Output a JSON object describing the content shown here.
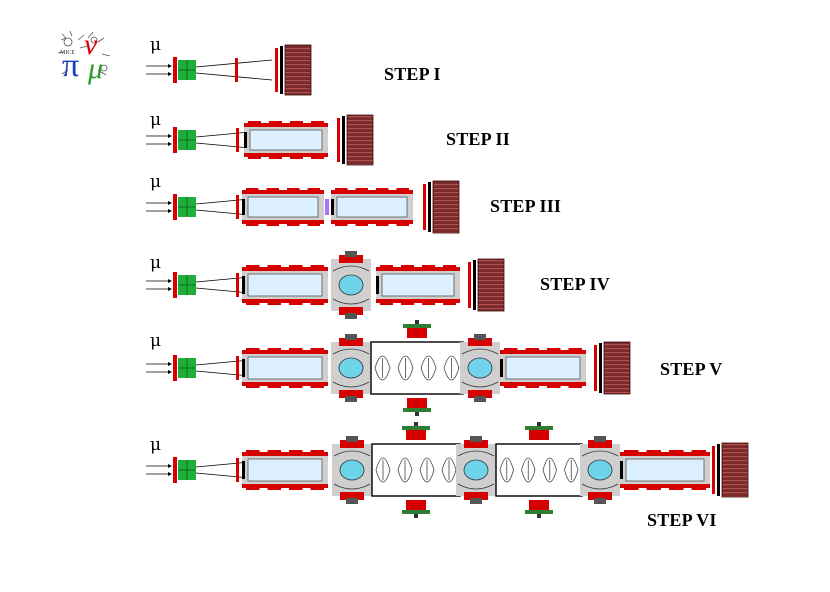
{
  "beam_particle": "μ",
  "steps": [
    {
      "label": "STEP I"
    },
    {
      "label": "STEP II"
    },
    {
      "label": "STEP III"
    },
    {
      "label": "STEP IV"
    },
    {
      "label": "STEP V"
    },
    {
      "label": "STEP VI"
    }
  ],
  "logo": {
    "letters": [
      "π",
      "ν",
      "μ"
    ],
    "caption": "MICE"
  },
  "colors": {
    "magnet_red": "#d60000",
    "frame_gray": "#cfcfcf",
    "absorber_cyan": "#6fd3ea",
    "detector_green": "#1fae3a",
    "calorimeter_maroon": "#7a2a2a",
    "tracker_blue": "#dbefff",
    "window_violet": "#b070ff",
    "coupling_green": "#2e7d32"
  }
}
